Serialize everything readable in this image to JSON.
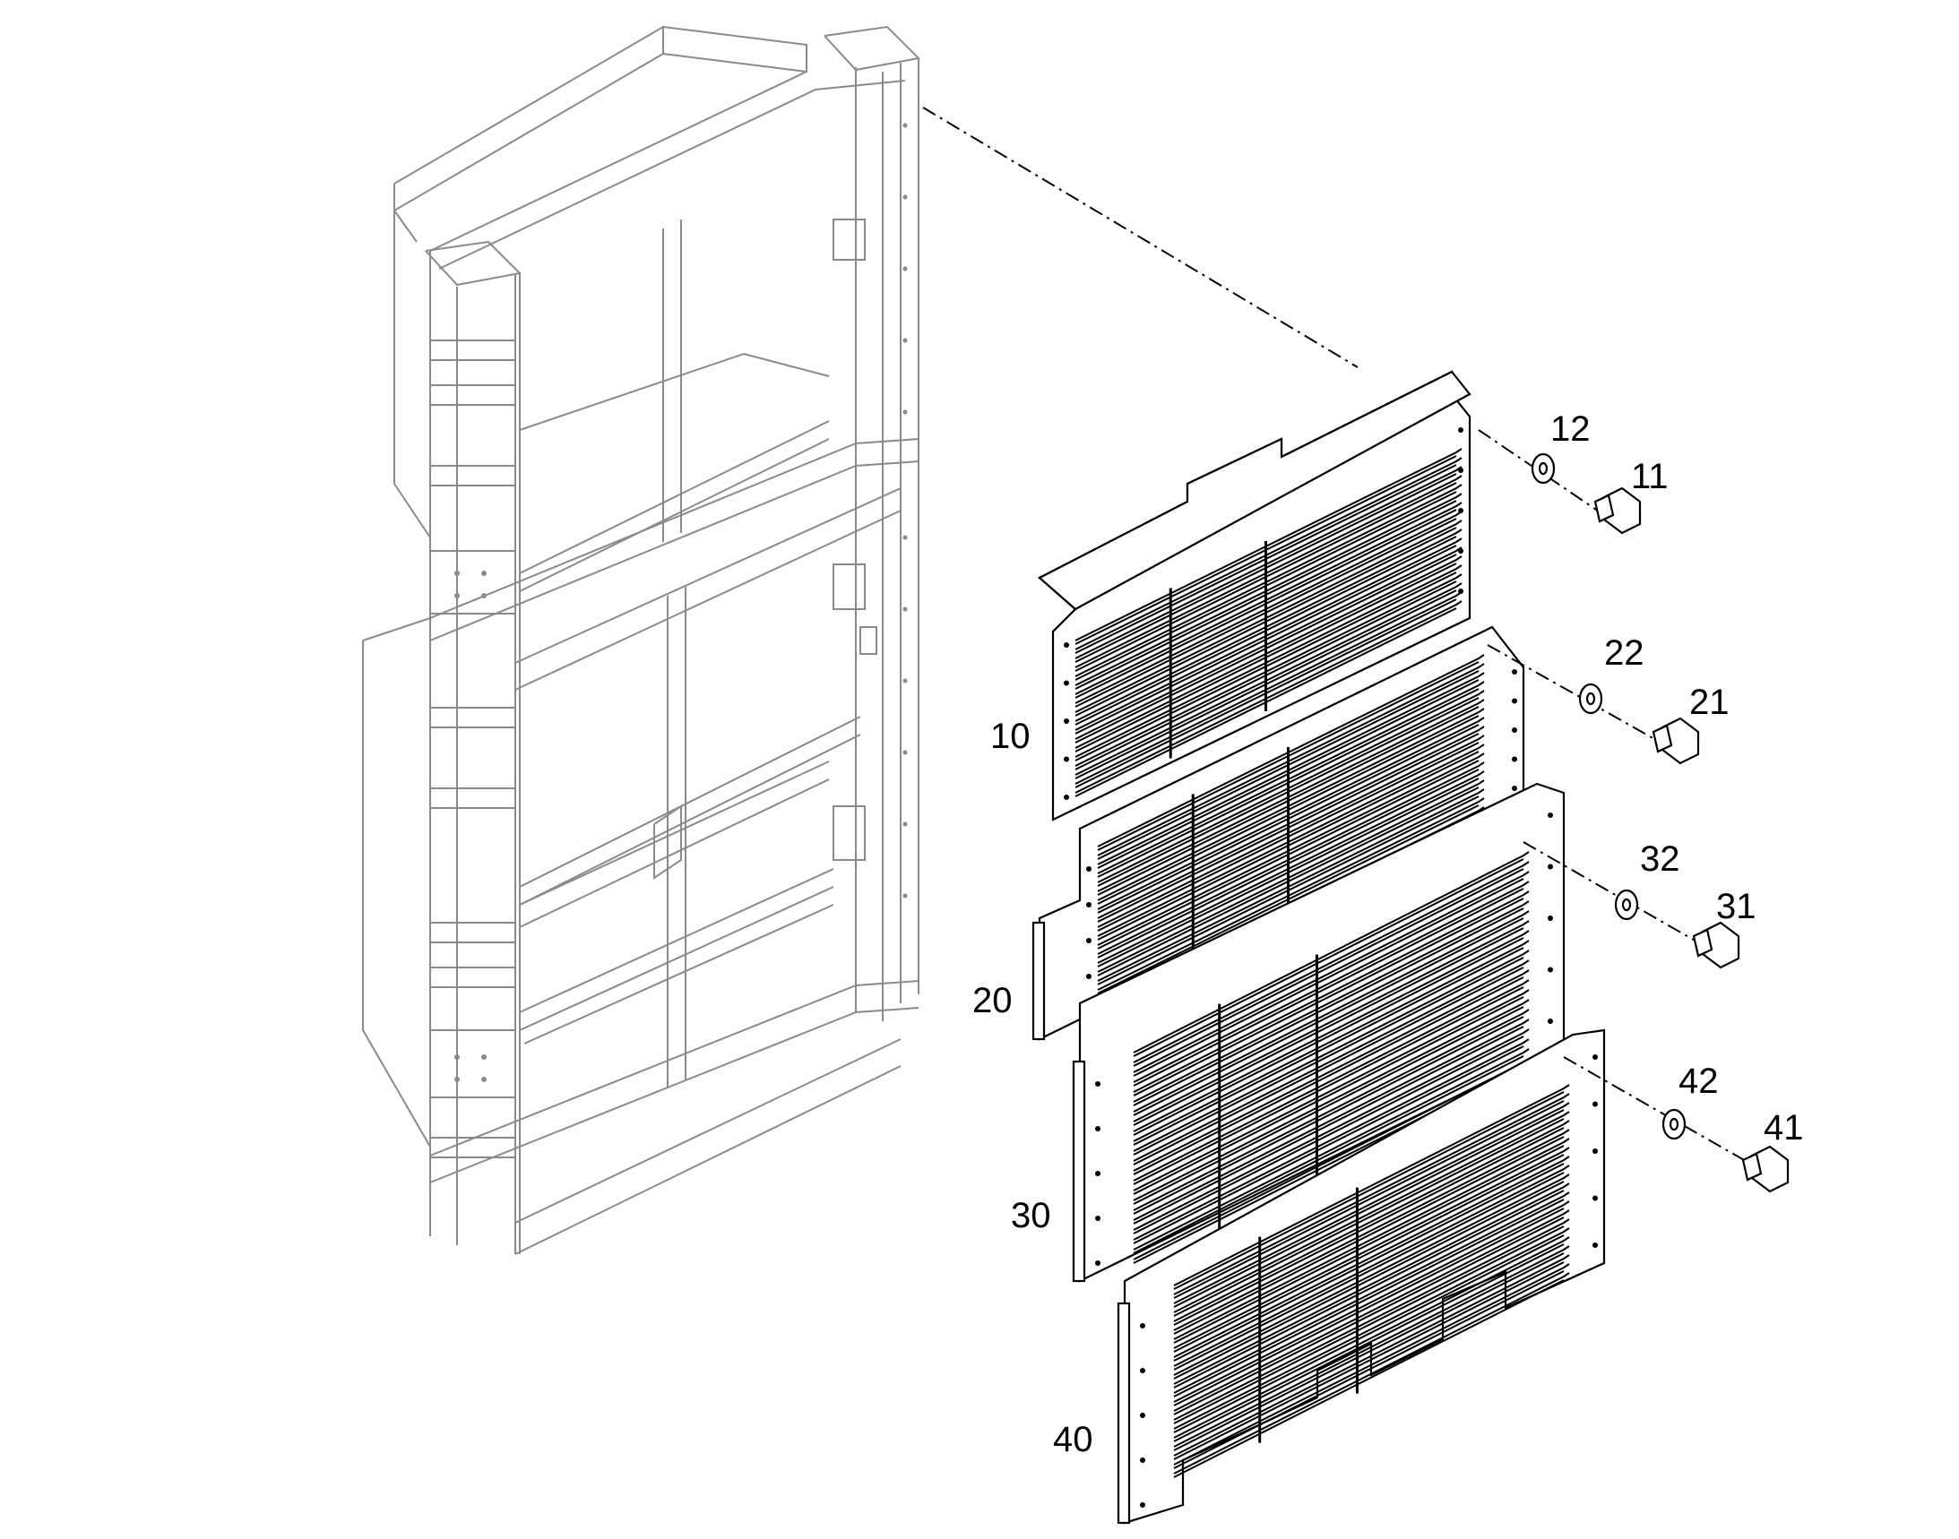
{
  "diagram": {
    "callouts": {
      "p10": "10",
      "p20": "20",
      "p30": "30",
      "p40": "40",
      "p11": "11",
      "p12": "12",
      "p21": "21",
      "p22": "22",
      "p31": "31",
      "p32": "32",
      "p41": "41",
      "p42": "42"
    },
    "colors": {
      "frame_line": "#8a8a8a",
      "part_line": "#000000",
      "background": "#ffffff"
    }
  }
}
